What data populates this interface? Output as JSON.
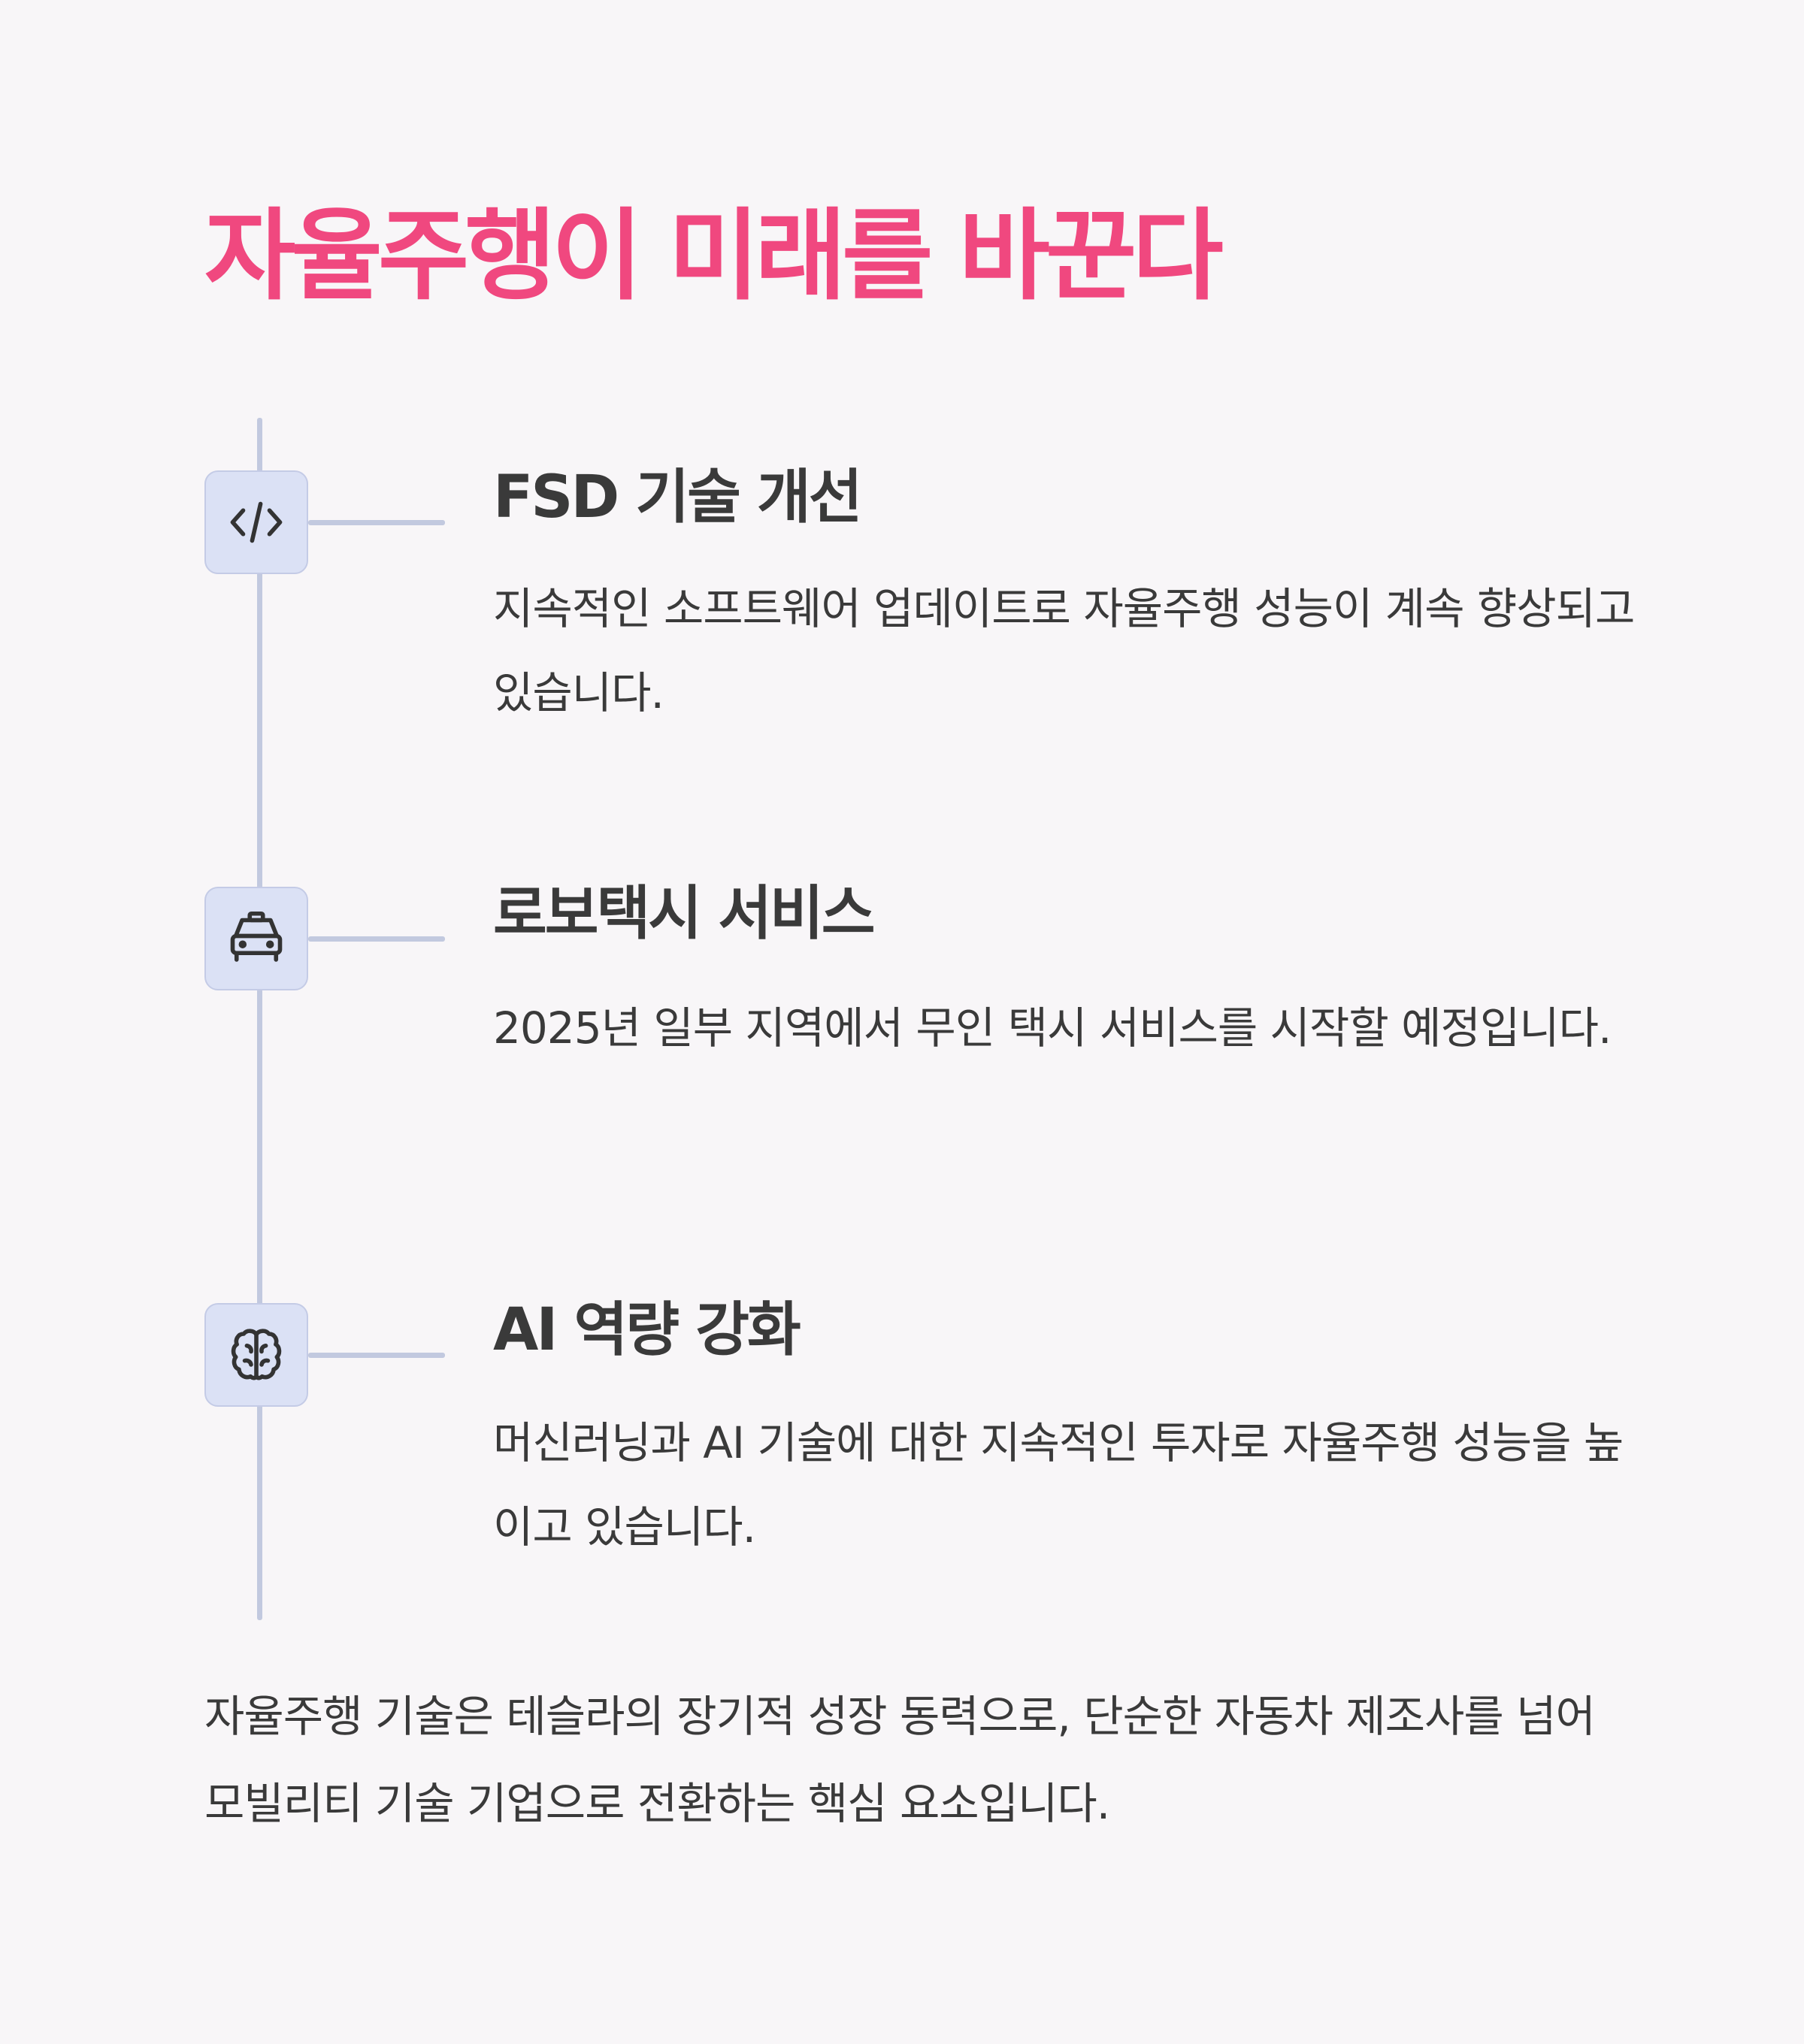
{
  "title": "자율주행이 미래를 바꾼다",
  "colors": {
    "title": "#f0487f",
    "text": "#3a3a3a",
    "background": "#f8f6f8",
    "timeline": "#c2c9df",
    "icon_bg": "#dbe1f5"
  },
  "items": [
    {
      "icon": "code-icon",
      "title": "FSD 기술 개선",
      "description": "지속적인 소프트웨어 업데이트로 자율주행 성능이 계속 향상되고 있습니다."
    },
    {
      "icon": "taxi-icon",
      "title": "로보택시 서비스",
      "description": "2025년 일부 지역에서 무인 택시 서비스를 시작할 예정입니다."
    },
    {
      "icon": "brain-icon",
      "title": "AI 역량 강화",
      "description": "머신러닝과 AI 기술에 대한 지속적인 투자로 자율주행 성능을 높이고 있습니다."
    }
  ],
  "summary": "자율주행 기술은 테슬라의 장기적 성장 동력으로, 단순한 자동차 제조사를 넘어 모빌리티 기술 기업으로 전환하는 핵심 요소입니다."
}
